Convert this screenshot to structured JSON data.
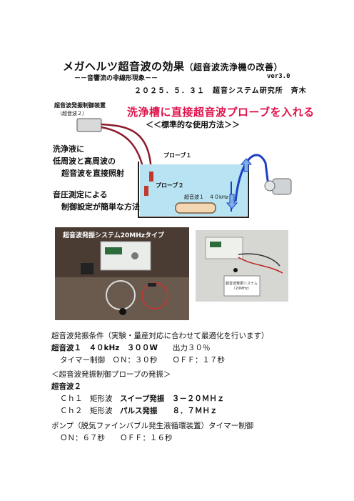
{
  "header": {
    "title": "メガヘルツ超音波の効果",
    "title_paren": "（超音波洗浄機の改善）",
    "subtitle": "－－音響流の非線形現象－－",
    "version": "ver3.0",
    "date": "２０２５．５．３１",
    "org": "超音システム研究所",
    "author": "斉木"
  },
  "diagram": {
    "device_label": "超音波発振制御装置",
    "device_sub": "（超音波２）",
    "headline": "洗浄槽に直接超音波プローブを入れる",
    "standard_method": "＜＜標準的な使用方法＞＞",
    "left_text": [
      "洗浄液に",
      "低周波と高周波の",
      "超音波を直接照射"
    ],
    "measure_text": [
      "音圧測定による",
      "制御設定が簡単な方法"
    ],
    "probe1": "プローブ１",
    "probe2": "プローブ２",
    "tank_label": "超音波１　４０kHz",
    "colors": {
      "accent_red": "#e0124b",
      "water": "#b7e3f2",
      "cable": "#8b1c2b",
      "hose": "#1b3fc4"
    }
  },
  "photos": {
    "left_label": "超音波発振システム20MHzタイプ",
    "card_line1": "超音波発振システム",
    "card_line2": "（20MHz）"
  },
  "body": {
    "cond_title": "超音波発振条件（実験・量産対応に合わせて最適化を行います）",
    "us1_a": "超音波１　４０kHz　３００W",
    "us1_b": "出力３０％",
    "timer1_a": "タイマー制御　ＯＮ：３０秒",
    "timer1_b": "ＯＦＦ：１７秒",
    "probe_title": "＜超音波発振制御プローブの発振＞",
    "us2": "超音波２",
    "ch1_a": "Ｃｈ１　矩形波",
    "ch1_b": "スイープ発振",
    "ch1_c": "３－２０ＭＨｚ",
    "ch2_a": "Ｃｈ２　矩形波",
    "ch2_b": "パルス発振",
    "ch2_c": "８．７ＭＨｚ",
    "pump": "ポンプ（脱気ファインバブル発生液循環装置）タイマー制御",
    "pump_on": "ＯＮ：６７秒",
    "pump_off": "ＯＦＦ：１６秒"
  }
}
